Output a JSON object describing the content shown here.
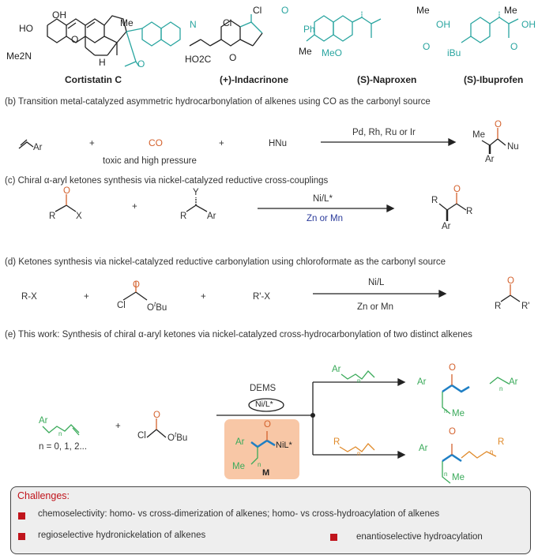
{
  "section_a": {
    "compounds": [
      {
        "name": "Cortistatin C",
        "labels": [
          "OH",
          "HO",
          "Me2N",
          "O",
          "Me",
          "H",
          "N",
          "O"
        ]
      },
      {
        "name": "(+)-Indacrinone",
        "labels": [
          "Cl",
          "Cl",
          "O",
          "Ph",
          "Me",
          "HO2C",
          "O"
        ]
      },
      {
        "name": "(S)-Naproxen",
        "labels": [
          "Me",
          "OH",
          "O",
          "MeO"
        ]
      },
      {
        "name": "(S)-Ibuprofen",
        "labels": [
          "Me",
          "OH",
          "O",
          "iBu"
        ]
      }
    ]
  },
  "section_b": {
    "title": "(b) Transition metal-catalyzed asymmetric hydrocarbonylation of alkenes using CO as the carbonyl source",
    "reactant1": "Ar",
    "plus": "+",
    "co": "CO",
    "co_note": "toxic and high pressure",
    "nucleophile": "HNu",
    "catalyst": "Pd, Rh, Ru or Ir",
    "product": {
      "me": "Me",
      "o": "O",
      "nu": "Nu",
      "ar": "Ar"
    }
  },
  "section_c": {
    "title": "(c) Chiral α-aryl ketones synthesis via nickel-catalyzed reductive cross-couplings",
    "reactant1": {
      "o": "O",
      "r": "R",
      "x": "X"
    },
    "plus": "+",
    "reactant2": {
      "y": "Y",
      "r": "R",
      "ar": "Ar"
    },
    "catalyst": "Ni/L*",
    "reductant": "Zn or Mn",
    "product": {
      "r1": "R",
      "o": "O",
      "r2": "R",
      "ar": "Ar"
    }
  },
  "section_d": {
    "title": "(d) Ketones synthesis via nickel-catalyzed reductive carbonylation using chloroformate as the carbonyl source",
    "reactant1": "R-X",
    "plus": "+",
    "chloroformate": {
      "o": "O",
      "cl": "Cl",
      "obu": "O",
      "tbu": "t",
      "bu": "Bu"
    },
    "reactant3": "R'-X",
    "catalyst": "Ni/L",
    "reductant": "Zn or Mn",
    "product": {
      "o": "O",
      "r1": "R",
      "r2": "R'"
    }
  },
  "section_e": {
    "title": "(e) This work: Synthesis of chiral α-aryl ketones via nickel-catalyzed cross-hydrocarbonylation of two distinct alkenes",
    "alkene": {
      "ar": "Ar",
      "n": "n"
    },
    "n_values": "n = 0, 1, 2...",
    "plus": "+",
    "chloroformate": {
      "o": "O",
      "cl": "Cl",
      "obu": "O",
      "tbu": "t",
      "bu": "Bu"
    },
    "reductant": "DEMS",
    "catalyst": "Ni/L*",
    "intermediate": {
      "o": "O",
      "ar": "Ar",
      "nil": "NiL*",
      "me": "Me",
      "n": "n",
      "label": "M"
    },
    "alkene_upper": {
      "ar": "Ar",
      "n": "n"
    },
    "alkene_lower": {
      "r": "R",
      "n": "n"
    },
    "product_upper": {
      "o": "O",
      "ar1": "Ar",
      "ar2": "Ar",
      "me": "Me",
      "n1": "n",
      "n2": "n"
    },
    "product_lower": {
      "o": "O",
      "ar": "Ar",
      "r": "R",
      "me": "Me",
      "n1": "n",
      "n2": "n"
    }
  },
  "challenges": {
    "title": "Challenges:",
    "items": [
      "chemoselectivity: homo- vs cross-dimerization of alkenes; homo- vs cross-hydroacylation of alkenes",
      "regioselective hydronickelation of alkenes",
      "enantioselective hydroacylation"
    ]
  },
  "colors": {
    "teal": "#2aa5a0",
    "orange": "#d4622e",
    "green": "#3aaa5a",
    "gold": "#e08a2a",
    "blue_bond": "#1f7fc4",
    "challenge_red": "#c0141c",
    "m_box": "#f8c7a6"
  }
}
